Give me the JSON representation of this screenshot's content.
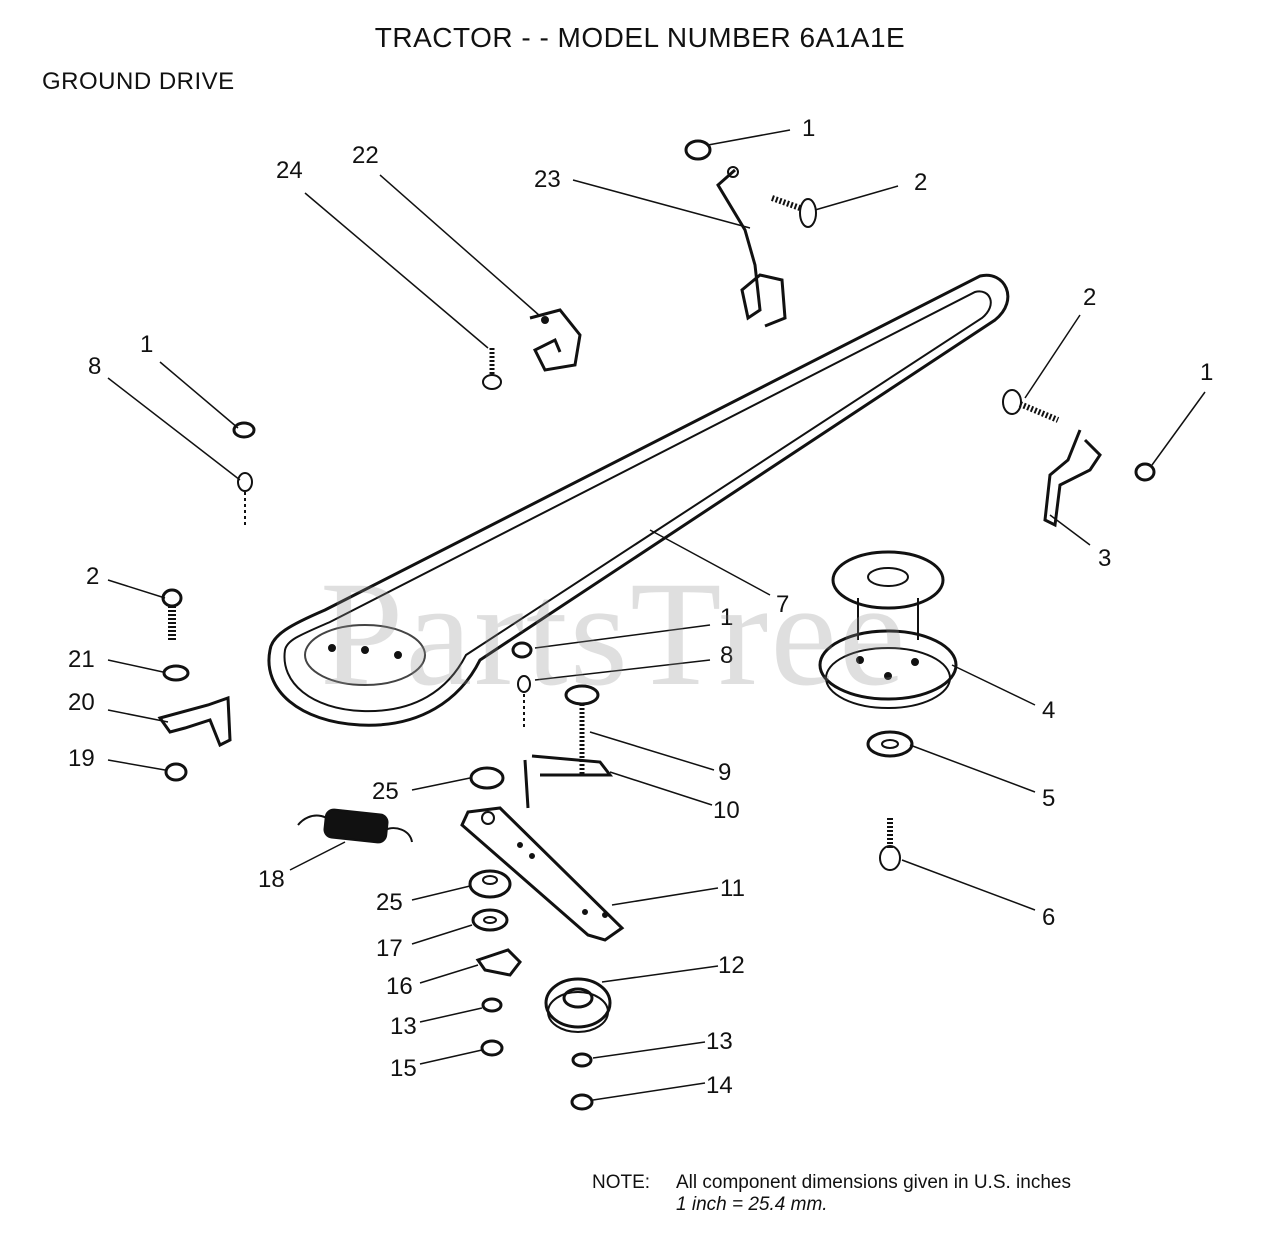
{
  "header": {
    "title": "TRACTOR - - MODEL NUMBER 6A1A1E",
    "section": "GROUND DRIVE"
  },
  "watermark": "PartsTree",
  "note": {
    "label": "NOTE:",
    "line1": "All component dimensions given in U.S. inches",
    "line2": "1 inch = 25.4 mm."
  },
  "callouts": [
    {
      "id": "c-1a",
      "text": "1"
    },
    {
      "id": "c-2a",
      "text": "2"
    },
    {
      "id": "c-23",
      "text": "23"
    },
    {
      "id": "c-22",
      "text": "22"
    },
    {
      "id": "c-24",
      "text": "24"
    },
    {
      "id": "c-2b",
      "text": "2"
    },
    {
      "id": "c-1b",
      "text": "1"
    },
    {
      "id": "c-1c",
      "text": "1"
    },
    {
      "id": "c-8a",
      "text": "8"
    },
    {
      "id": "c-3",
      "text": "3"
    },
    {
      "id": "c-7",
      "text": "7"
    },
    {
      "id": "c-2c",
      "text": "2"
    },
    {
      "id": "c-1d",
      "text": "1"
    },
    {
      "id": "c-8b",
      "text": "8"
    },
    {
      "id": "c-21",
      "text": "21"
    },
    {
      "id": "c-20",
      "text": "20"
    },
    {
      "id": "c-4",
      "text": "4"
    },
    {
      "id": "c-19",
      "text": "19"
    },
    {
      "id": "c-9",
      "text": "9"
    },
    {
      "id": "c-25a",
      "text": "25"
    },
    {
      "id": "c-10",
      "text": "10"
    },
    {
      "id": "c-5",
      "text": "5"
    },
    {
      "id": "c-18",
      "text": "18"
    },
    {
      "id": "c-11",
      "text": "11"
    },
    {
      "id": "c-25b",
      "text": "25"
    },
    {
      "id": "c-6",
      "text": "6"
    },
    {
      "id": "c-17",
      "text": "17"
    },
    {
      "id": "c-12",
      "text": "12"
    },
    {
      "id": "c-16",
      "text": "16"
    },
    {
      "id": "c-13a",
      "text": "13"
    },
    {
      "id": "c-13b",
      "text": "13"
    },
    {
      "id": "c-15",
      "text": "15"
    },
    {
      "id": "c-14",
      "text": "14"
    }
  ]
}
